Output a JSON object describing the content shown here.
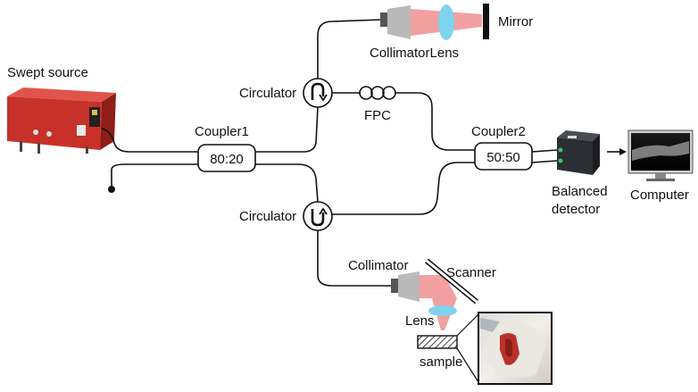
{
  "labels": {
    "swept_source": "Swept  source",
    "mirror": "Mirror",
    "collimator_lens_top": "CollimatorLens",
    "circulator_top": "Circulator",
    "circulator_bottom": "Circulator",
    "fpc": "FPC",
    "coupler1": "Coupler1",
    "coupler2": "Coupler2",
    "ratio1": "80:20",
    "ratio2": "50:50",
    "balanced_detector_line1": "Balanced",
    "balanced_detector_line2": "detector",
    "computer": "Computer",
    "collimator_bottom": "Collimator",
    "scanner": "Scanner",
    "lens_bottom": "Lens",
    "sample": "sample"
  },
  "colors": {
    "fiber": "#111111",
    "beam": "#f2a0a0",
    "lens": "#7fd3ef",
    "source_body": "#c8312a",
    "collimator": "#b9b9b9",
    "detector": "#2b2e33",
    "screen": "#0a0a0a"
  },
  "icons": [
    "swept-source-device",
    "mirror",
    "lens",
    "collimator",
    "circulator",
    "fpc-loops",
    "coupler",
    "balanced-detector",
    "computer-monitor",
    "scanner-mirror",
    "sample-photo"
  ]
}
